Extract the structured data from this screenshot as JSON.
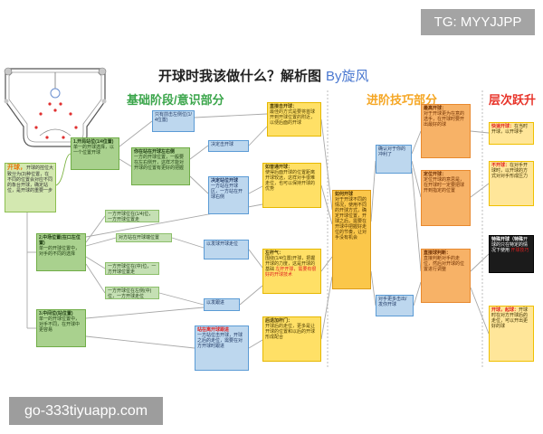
{
  "watermark": {
    "top_right": "TG: MYYJJPP",
    "bottom_left": "go-333tiyuapp.com"
  },
  "header": {
    "title": "开球时我该做什么？解析图",
    "author": "By旋风"
  },
  "sections": {
    "basic": "基础阶段/意识部分",
    "advanced": "进阶技巧部分",
    "level_up": "层次跃升"
  },
  "icons": {
    "table": "pool-table-diagram-icon"
  },
  "colors": {
    "basic": "#3aa54a",
    "advanced": "#f5a623",
    "level_up": "#e8342a",
    "author": "#4a78d0"
  },
  "nodes": {
    "root": {
      "title": "开球，",
      "body": "开球的控位大致分为(3)种位置，在不同的位置会对应不同的象台开球，确定站位，是开球的重要一步"
    },
    "pos1": {
      "title": "1.开局站位(1/4位置)",
      "body": "单一的开球选择，以一个位置开球"
    },
    "pos2": {
      "title": "2.中场位置(在口左位置)",
      "body": "单一的开球位置中，对手的不同的选择"
    },
    "pos3": {
      "title": "3.中间位(站位置)",
      "body": "单一的开球位置中，对手不同，在开球中更容易"
    },
    "only_left": {
      "title": "只有前击左侧位(1/4位置)"
    },
    "stand_lr": {
      "title": "你在站在开球左右侧",
      "body": "一方的开球位置，一般要在左右侧开，这样才能对开球的位置有更好的把握"
    },
    "s1": {
      "title": "一方开球位在(1/4)位，一方开球位置走"
    },
    "s2": {
      "title": "对方站在开球端位置"
    },
    "s3": {
      "title": "一方开球位在(中)位，一方开球位置走"
    },
    "s4": {
      "title": "一方开球位在左侧(中)位，一方开球走位"
    },
    "decide": {
      "title": "决定击开球"
    },
    "decide2": {
      "title": "决定站位开球",
      "body": "一方站在开球区，一方站在开球右侧"
    },
    "serve": {
      "title": "以发球开球走位"
    },
    "follow": {
      "title": "以发跟进"
    },
    "bottom": {
      "title": "站在离开球跟进",
      "body": "一方站位击开球，开球之后的走位，需要在对方开球时跟进"
    },
    "y1": {
      "title": "直接击开球：",
      "body": "最佳的方式是要将首球开到开球位置的附近，以便后面的开球"
    },
    "y2": {
      "title": "如普通开球：",
      "body": "使得后面开球的位置距离开球较远，这样对手很难走位，也可以保持开球的优势"
    },
    "y3": {
      "title": "左杆气：",
      "body": "围绕(1/4位置)开球，把握开球的力度，这是开球的基础",
      "note": "左杆开球，需要有很好的开球技术"
    },
    "y4": {
      "title": "后退加杆门：",
      "body": "开球后的走位，更多是让开球的位置和以后的开球形成配合"
    },
    "how": {
      "title": "如何开球",
      "body": "对于开球不同的情况，使用不同的开球方式，确定开球位置，开球之后，需要在开球中把握好走位的节奏，让对手没有机会"
    },
    "confirm": {
      "title": "确认对于你的冲利了"
    },
    "opponent": {
      "title": "对手更多击出/发你开球"
    },
    "o1": {
      "title": "最高开球：",
      "body": "对于开球更为在意的选手，在开球时要开出最好的球"
    },
    "o2": {
      "title": "定位开球：",
      "body": "定位开球的意思是，在开球时一定要把球开到指定的位置"
    },
    "o3": {
      "title": "直接球判断：",
      "body": "直接判断对手的走位，然后对开球的位置进行调整"
    },
    "r1": {
      "title": "快速开球：",
      "body": "在当时开球，以开球手"
    },
    "r2": {
      "title": "不开球：",
      "body": "在对手开球时，以开球的方式对对手形成压力"
    },
    "r3": {
      "title": "特殊开球（特殊",
      "body": "开球的只在特定的情况下使用",
      "note": "开球技巧"
    },
    "r4": {
      "title": "开球，起球：",
      "body": "开球时在对方开球后的走位，可以开出更好的球"
    }
  }
}
